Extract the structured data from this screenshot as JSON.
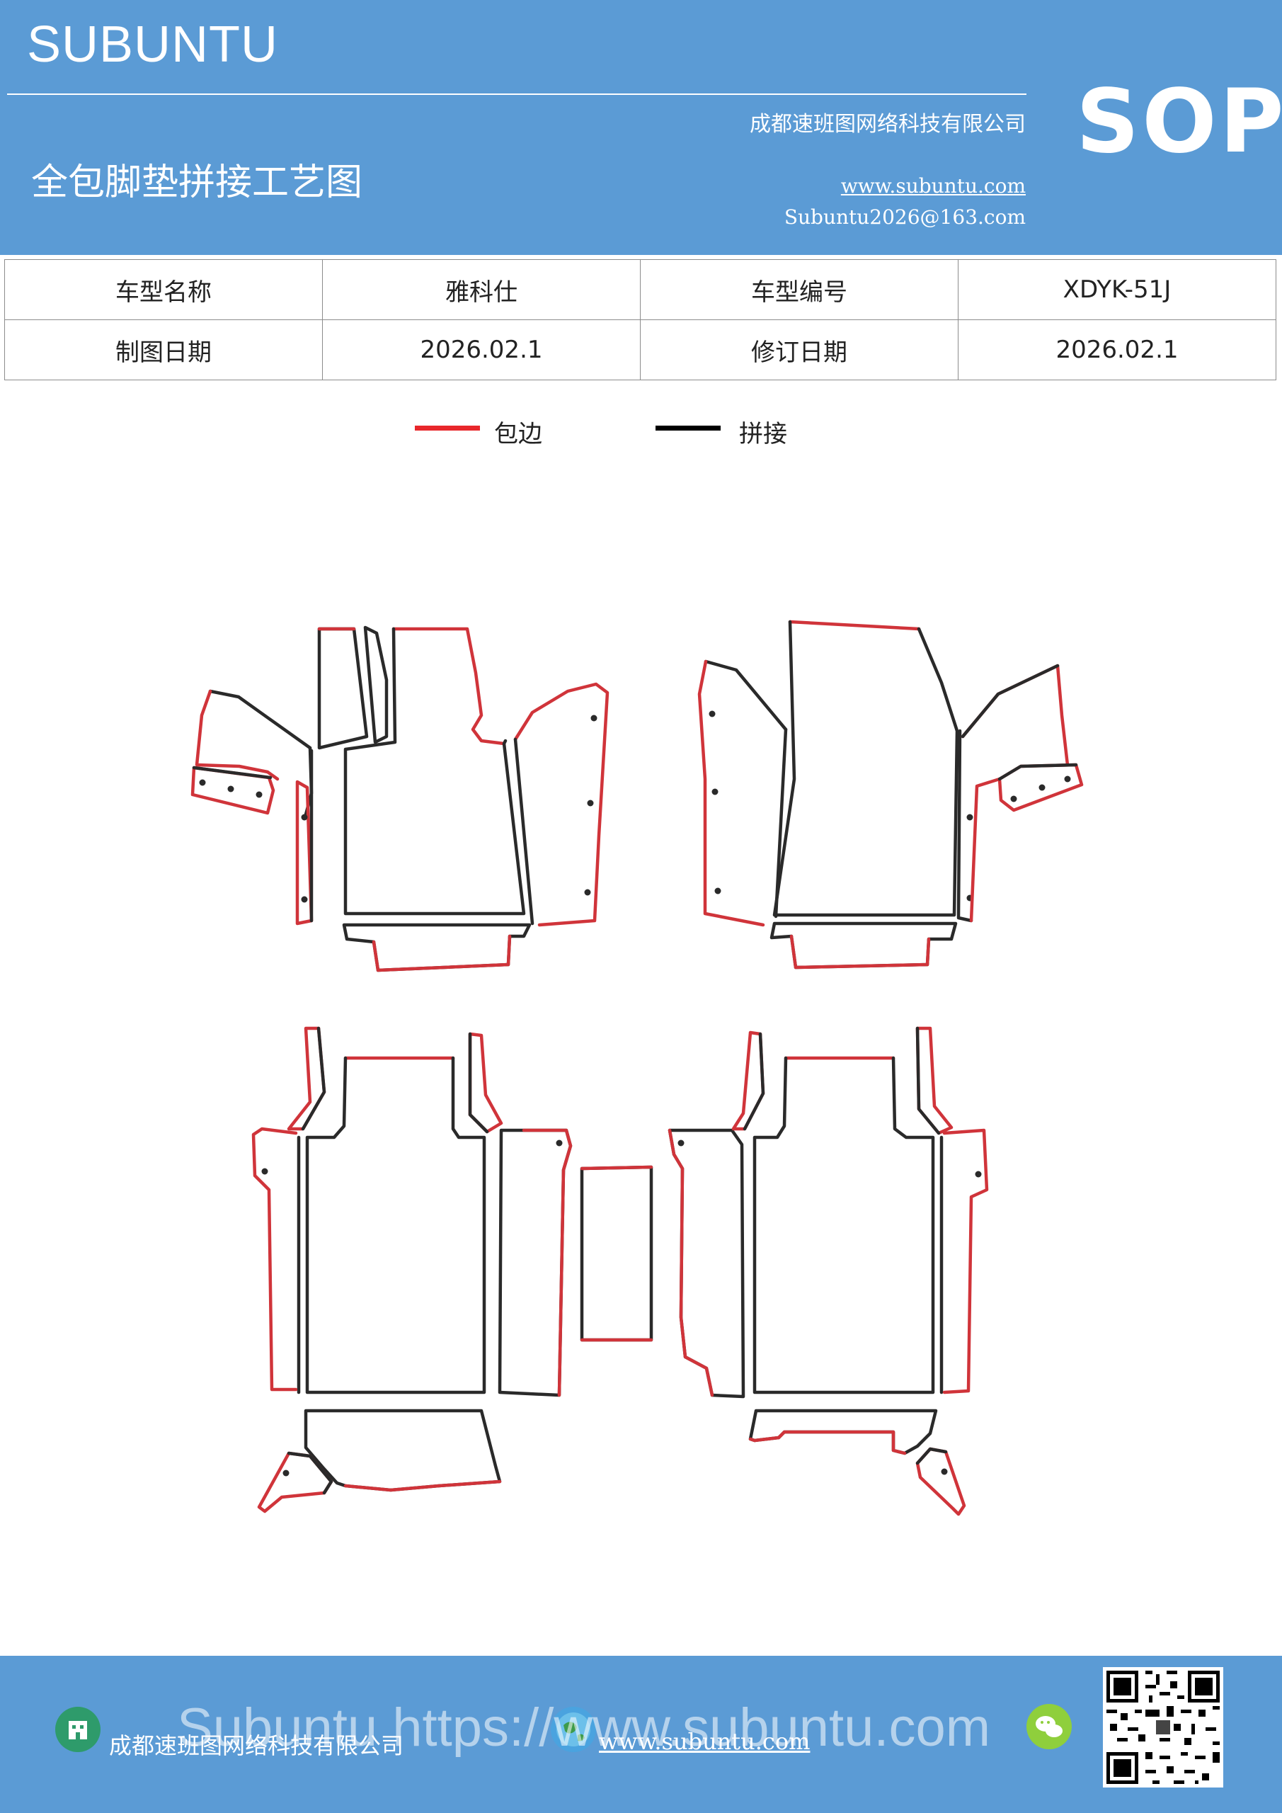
{
  "header": {
    "brand": "SUBUNTU",
    "company": "成都速班图网络科技有限公司",
    "title": "全包脚垫拼接工艺图",
    "website": "www.subuntu.com",
    "email": "Subuntu2026@163.com",
    "badge": "SOP",
    "bg_color": "#5b9bd5"
  },
  "info_table": {
    "rows": [
      [
        "车型名称",
        "雅科仕",
        "车型编号",
        "XDYK-51J"
      ],
      [
        "制图日期",
        "2026.02.1",
        "修订日期",
        "2026.02.1"
      ]
    ]
  },
  "legend": {
    "items": [
      {
        "label": "包边",
        "color": "#e8272b"
      },
      {
        "label": "拼接",
        "color": "#000000"
      }
    ]
  },
  "footer": {
    "company": "成都速班图网络科技有限公司",
    "website": "www.subuntu.com",
    "watermark": "Subuntu https://www.subuntu.com",
    "icons": [
      "building-icon",
      "globe-icon",
      "wechat-icon",
      "qr-code"
    ]
  },
  "colors": {
    "edge": "#d0343a",
    "seam": "#2a2a2a"
  }
}
